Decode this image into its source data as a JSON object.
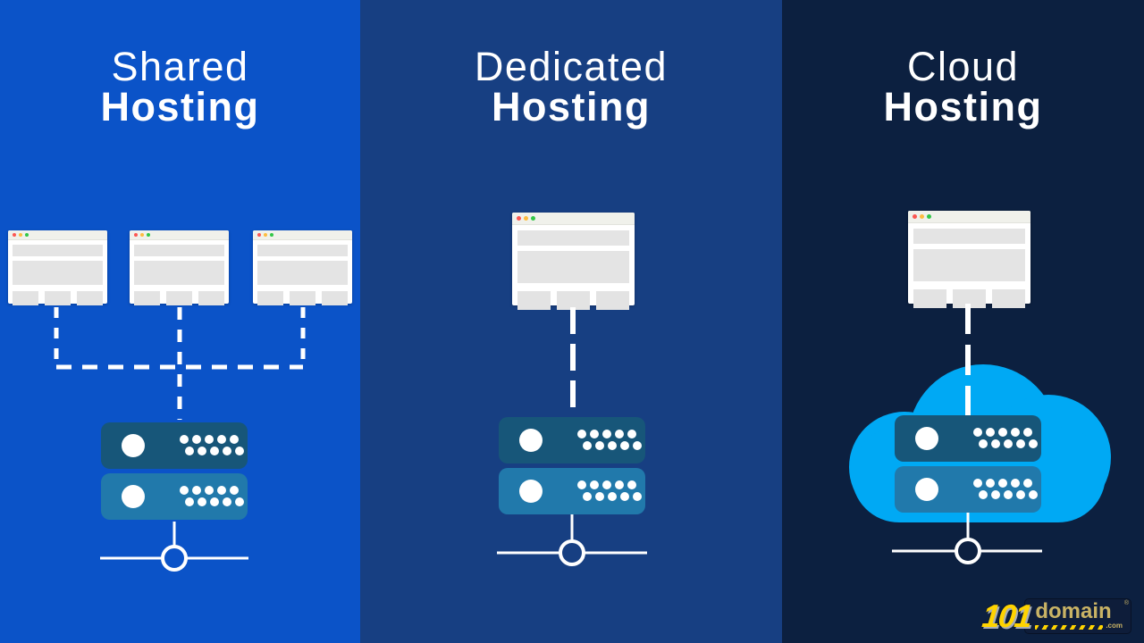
{
  "infographic": {
    "panels": [
      {
        "name": "shared-hosting",
        "title_top": "Shared",
        "title_bottom": "Hosting",
        "background": "#0b53c8",
        "browser_windows": 3,
        "server_units": 2,
        "connection_style": "dashed-shared-bus"
      },
      {
        "name": "dedicated-hosting",
        "title_top": "Dedicated",
        "title_bottom": "Hosting",
        "background": "#173f82",
        "browser_windows": 1,
        "server_units": 2,
        "connection_style": "dashed-direct"
      },
      {
        "name": "cloud-hosting",
        "title_top": "Cloud",
        "title_bottom": "Hosting",
        "background": "#0c2040",
        "cloud_color": "#00a9f4",
        "browser_windows": 1,
        "server_units": 2,
        "connection_style": "dashed-direct-into-cloud"
      }
    ],
    "colors": {
      "server_top": "#175679",
      "server_bottom": "#2179ab",
      "connector_line": "#ffffff",
      "window_titlebar": "#f0f1eb",
      "window_blocks": "#e4e4e4",
      "traffic_red": "#fc5753",
      "traffic_yellow": "#fdbc40",
      "traffic_green": "#33c748"
    },
    "icons": {
      "browser_window": "browser-window",
      "server_rack": "server-rack",
      "cloud": "cloud-shape",
      "network_node": "network-node-circle"
    },
    "logo": {
      "prefix": "101",
      "name": "domain",
      "tld": ".com",
      "registered": "®"
    }
  }
}
